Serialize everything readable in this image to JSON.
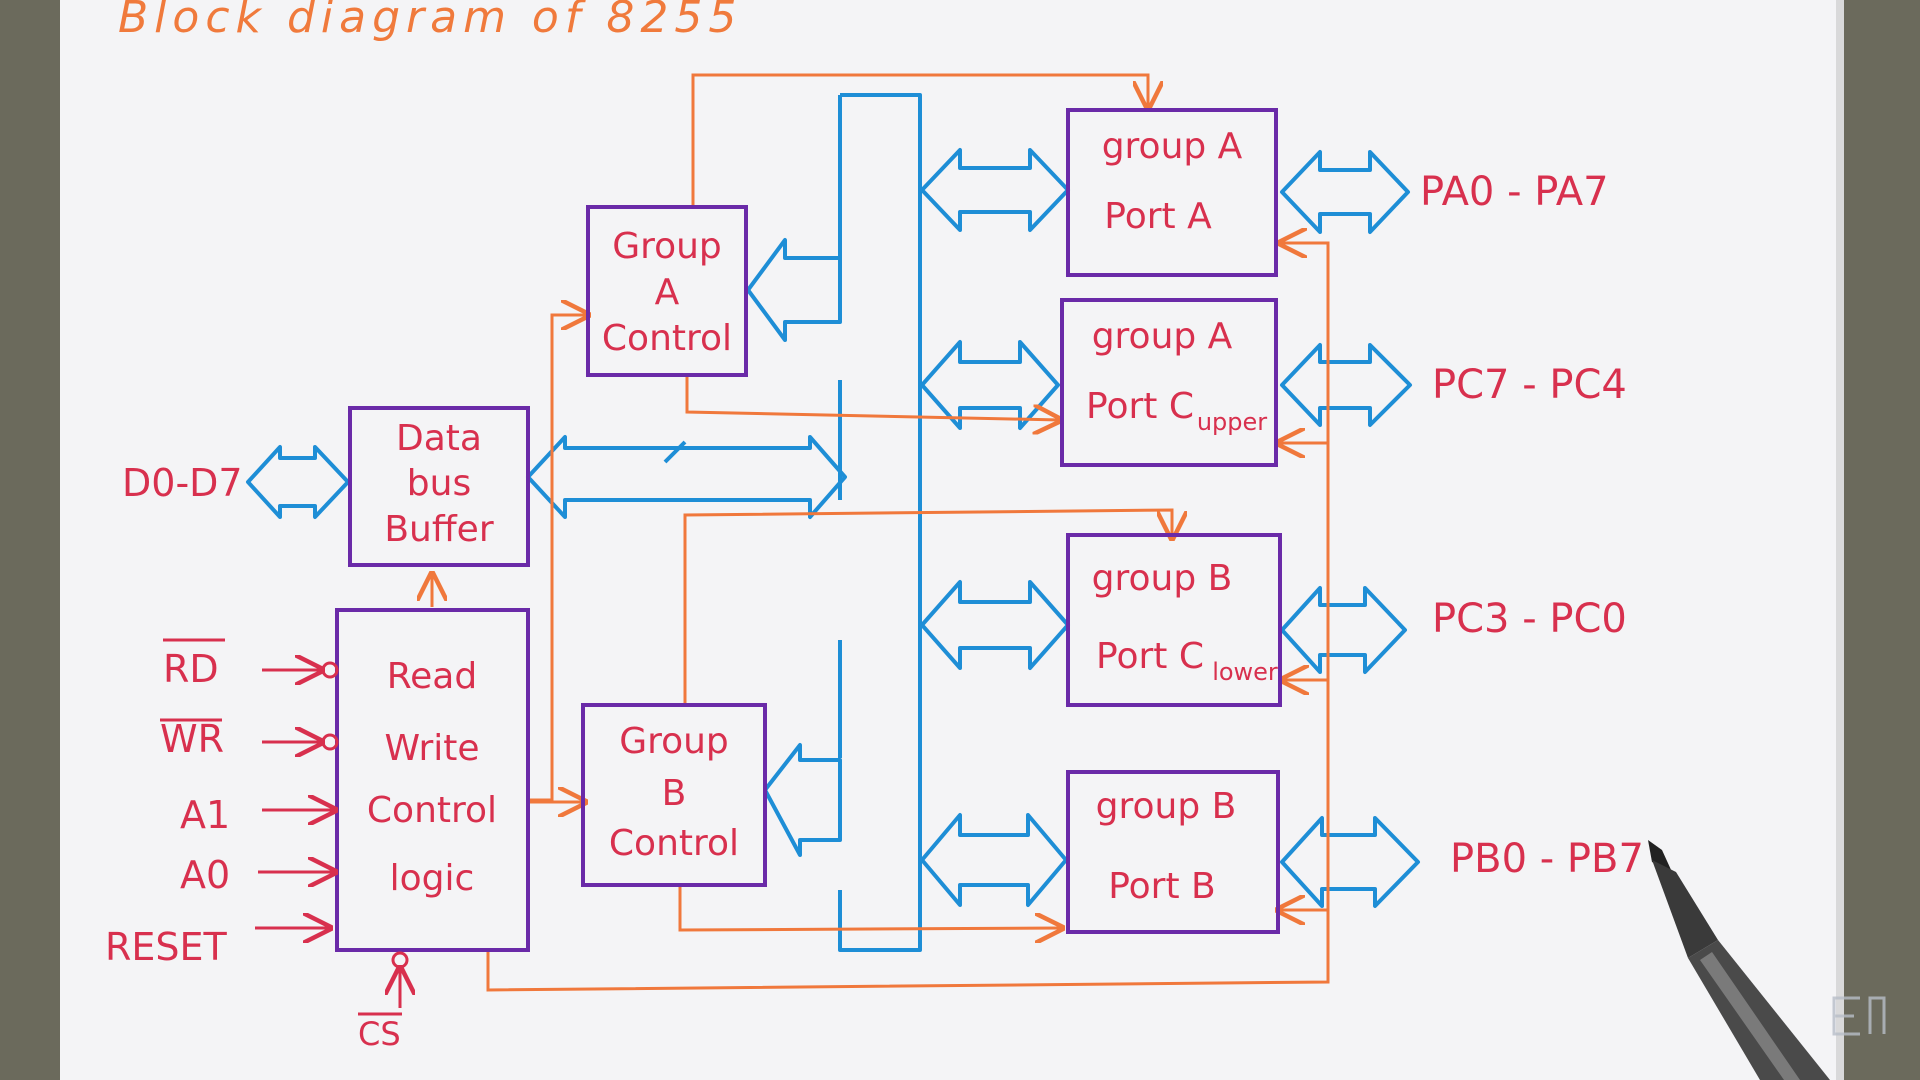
{
  "colors": {
    "paper": "#f4f4f6",
    "desk": "#6b6a5c",
    "blocks": "#6a2aa8",
    "text": "#d8304e",
    "control_lines": "#f0783c",
    "bus": "#1e8ed6",
    "title": "#f07a3c"
  },
  "title": "Block diagram of 8255",
  "blocks": {
    "group_a_control": [
      "Group",
      "A",
      "Control"
    ],
    "data_bus_buffer": [
      "Data",
      "bus",
      "Buffer"
    ],
    "rw_control_logic": [
      "Read",
      "Write",
      "Control",
      "logic"
    ],
    "group_b_control": [
      "Group",
      "B",
      "Control"
    ],
    "port_a": [
      "group A",
      "Port A"
    ],
    "port_c_upper": [
      "group A",
      "Port C",
      "upper"
    ],
    "port_c_lower": [
      "group B",
      "Port C",
      "lower"
    ],
    "port_b": [
      "group B",
      "Port B"
    ]
  },
  "signals": {
    "data_bus": "D0-D7",
    "rd": "RD",
    "wr": "WR",
    "a1": "A1",
    "a0": "A0",
    "reset": "RESET",
    "cs": "CS"
  },
  "ports": {
    "pa": "PA0 - PA7",
    "pc_upper": "PC7 - PC4",
    "pc_lower": "PC3 - PC0",
    "pb": "PB0 - PB7"
  },
  "watermark_icon": "channel-logo-icon",
  "pen_icon": "marker-pen-icon"
}
